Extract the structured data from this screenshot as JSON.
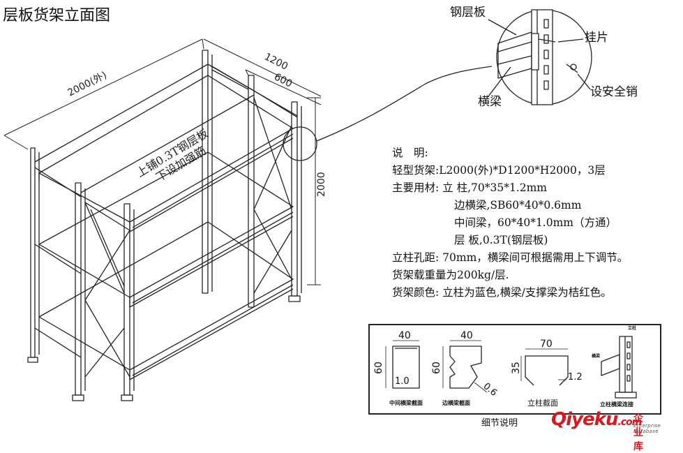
{
  "title": "层板货架立面图",
  "dimensions": {
    "length": "2000(外)",
    "depth": "1200",
    "mid": "600",
    "height": "2000"
  },
  "shelf_text": {
    "line1": "上铺0.3T钢层板",
    "line2": "下设加强筋"
  },
  "callouts": {
    "steel_panel": "钢层板",
    "hook": "挂片",
    "beam": "横梁",
    "safety_pin": "设安全销"
  },
  "notes": {
    "heading": "说　明:",
    "line1": "轻型货架:L2000(外)*D1200*H2000，3层",
    "line2": "主要用材: 立 柱,70*35*1.2mm",
    "line3": "边横梁,SB60*40*0.6mm",
    "line4": "中间梁，60*40*1.0mm（方通）",
    "line5": "层 板,0.3T(钢层板)",
    "line6": "立柱孔距: 70mm，横梁间可根据需用上下调节。",
    "line7": "货架载重量为200kg/层.",
    "line8": "货架颜色: 立柱为蓝色,横梁/支撑梁为桔红色。"
  },
  "detail": {
    "title": "细节说明",
    "d1": {
      "w": "40",
      "h": "60",
      "t": "1.0",
      "caption": "中间横梁截面"
    },
    "d2": {
      "w": "40",
      "h": "60",
      "t": "0.6",
      "caption": "边横梁截面"
    },
    "d3": {
      "w": "70",
      "h": "35",
      "t": "1.2",
      "caption": "立柱截面"
    },
    "d4": {
      "label_top": "立柱",
      "label_side": "横梁",
      "caption": "立柱横梁连接"
    }
  },
  "watermark": {
    "main": "Qiyeku",
    "domain": ".com",
    "cn": "企业库",
    "en": "Enterprise Database"
  },
  "colors": {
    "ink": "#222222",
    "watermark": "#d71921"
  }
}
